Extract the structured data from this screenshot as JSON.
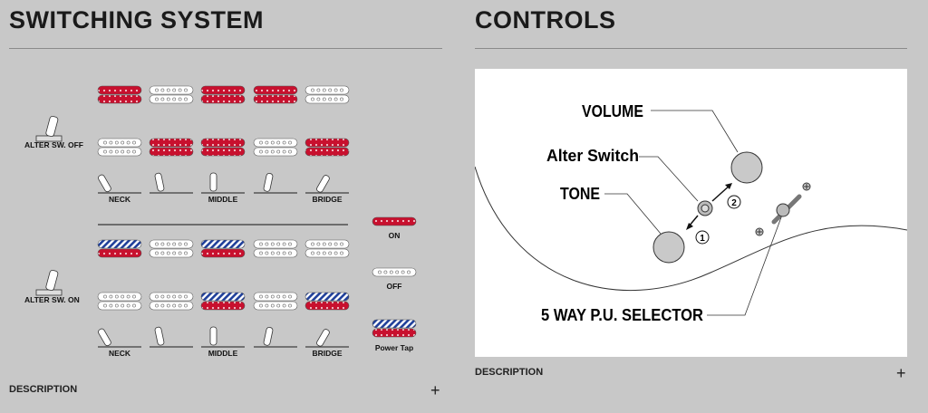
{
  "switching": {
    "title": "SWITCHING SYSTEM",
    "alter_off_label": "ALTER SW. OFF",
    "alter_on_label": "ALTER SW. ON",
    "positions": [
      "NECK",
      "MIDDLE",
      "BRIDGE"
    ],
    "description_label": "DESCRIPTION",
    "expand_icon": "plus-icon",
    "legend": {
      "on": "ON",
      "off": "OFF",
      "power_tap": "Power Tap"
    },
    "colors": {
      "on": "#c8102e",
      "tap": "#1f3f9a",
      "off": "#ffffff"
    }
  },
  "controls": {
    "title": "CONTROLS",
    "volume_label": "VOLUME",
    "alter_switch_label": "Alter Switch",
    "tone_label": "TONE",
    "selector_label": "5 WAY P.U. SELECTOR",
    "marker_1": "1",
    "marker_2": "2",
    "description_label": "DESCRIPTION",
    "expand_icon": "plus-icon"
  }
}
